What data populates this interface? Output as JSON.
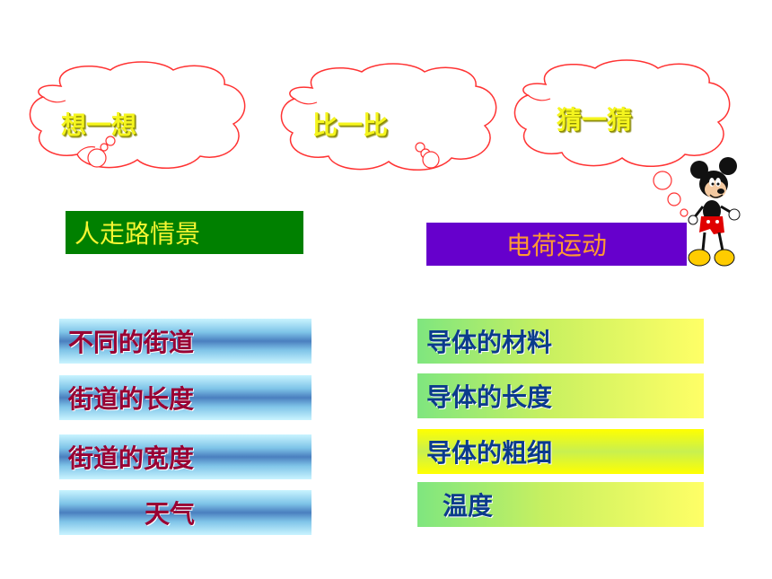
{
  "clouds": [
    {
      "label": "想一想"
    },
    {
      "label": "比一比"
    },
    {
      "label": "猜一猜"
    }
  ],
  "titles": {
    "left": "人走路情景",
    "right": "电荷运动"
  },
  "left_items": [
    "不同的街道",
    "街道的长度",
    "街道的宽度",
    "天气"
  ],
  "right_items": [
    "导体的材料",
    "导体的长度",
    "导体的粗细",
    "温度"
  ],
  "colors": {
    "cloud_outline": "#ff3333",
    "cloud_text": "#f5f51e",
    "left_title_bg": "#008000",
    "right_title_bg": "#6600cc",
    "left_item_text": "#990033",
    "right_item_text": "#0b3b8c"
  },
  "decorations": {
    "character": "mickey-mouse-icon"
  }
}
